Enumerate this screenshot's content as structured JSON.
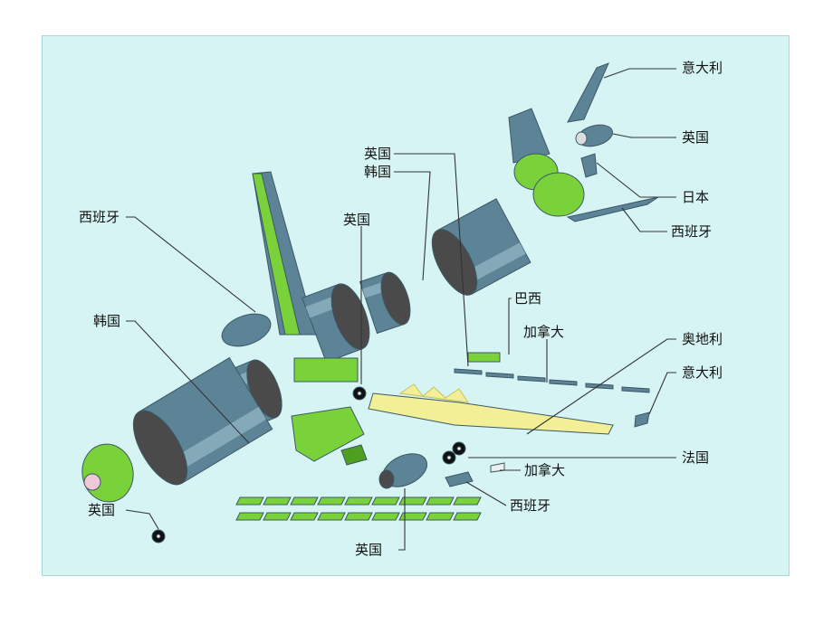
{
  "colors": {
    "background": "#d6f4f4",
    "fuselage": "#5c8496",
    "fuselage_light": "#9fc3d0",
    "fuselage_dark": "#3c5866",
    "interior": "#4a4a4a",
    "green": "#7ad23a",
    "green_dark": "#4e9e22",
    "wing_yellow": "#f2ef96",
    "leader_line": "#333333"
  },
  "labels": {
    "italy_top": "意大利",
    "uk_engine_tail": "英国",
    "japan": "日本",
    "spain_stabilizer": "西班牙",
    "uk_fuselage": "英国",
    "korea_fuselage": "韩国",
    "spain_fin": "西班牙",
    "uk_gear": "英国",
    "korea_nose": "韩国",
    "brazil": "巴西",
    "canada_flaps": "加拿大",
    "austria": "奥地利",
    "italy_wingtip": "意大利",
    "france": "法国",
    "canada_door": "加拿大",
    "spain_fairing": "西班牙",
    "uk_engine": "英国",
    "uk_nose_gear": "英国"
  }
}
